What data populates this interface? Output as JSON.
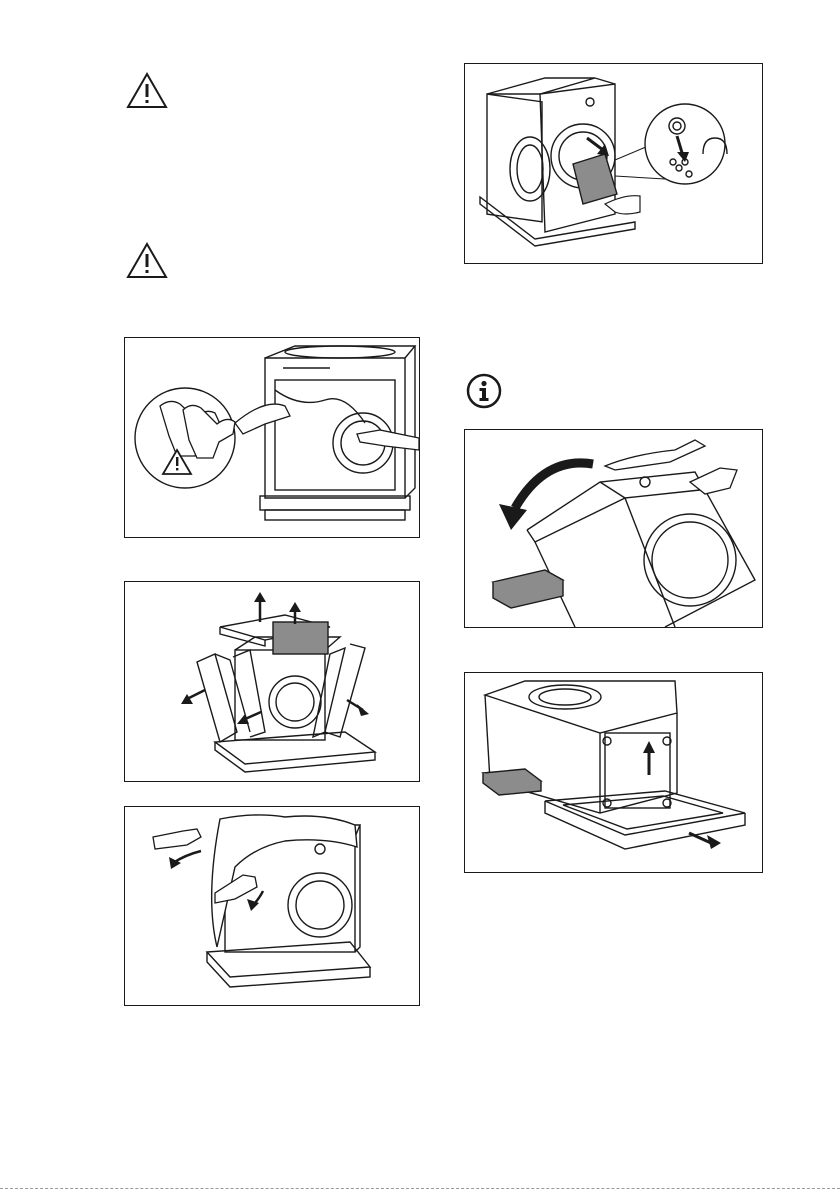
{
  "page": {
    "left_column": {
      "warning_icons": [
        "warning-triangle-icon",
        "warning-triangle-icon"
      ],
      "figures": [
        {
          "name": "remove-cover-with-gloves-figure",
          "icons": [
            "gloves-icon",
            "warning-triangle-icon"
          ]
        },
        {
          "name": "remove-packaging-parts-figure"
        },
        {
          "name": "remove-plastic-bag-figure"
        }
      ]
    },
    "right_column": {
      "info_icon": "info-icon",
      "figures": [
        {
          "name": "remove-accessories-from-drum-figure"
        },
        {
          "name": "tilt-machine-backwards-figure"
        },
        {
          "name": "remove-polystyrene-base-figure"
        }
      ]
    },
    "colors": {
      "line": "#1a1a1a",
      "shade": "#8c8c8c",
      "paper": "#ffffff"
    }
  }
}
